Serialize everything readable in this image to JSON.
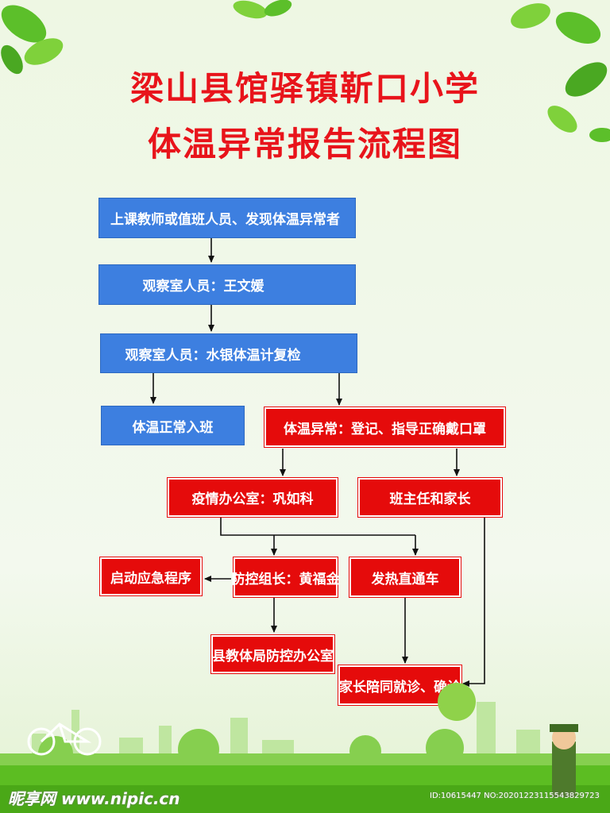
{
  "title": {
    "line1": "梁山县馆驿镇靳口小学",
    "line2": "体温异常报告流程图"
  },
  "nodes": {
    "discover": "上课教师或值班人员、发现体温异常者",
    "observe": "观察室人员：王文媛",
    "recheck": "观察室人员：水银体温计复检",
    "normal": "体温正常入班",
    "abnormal": "体温异常：登记、指导正确戴口罩",
    "epidemic_office": "疫情办公室：巩如科",
    "teacher_parent": "班主任和家长",
    "emergency": "启动应急程序",
    "leader": "防控组长：黄福金",
    "fever_bus": "发热直通车",
    "county_office": "县教体局防控办公室",
    "hospital": "家长陪同就诊、确诊"
  },
  "watermark": {
    "site": "昵享网 www.nipic.cn",
    "id": "ID:10615447 NO:20201223115543829723"
  },
  "colors": {
    "title": "#e8141b",
    "blue_box": "#3d7fe0",
    "red_box": "#e50b0b"
  }
}
